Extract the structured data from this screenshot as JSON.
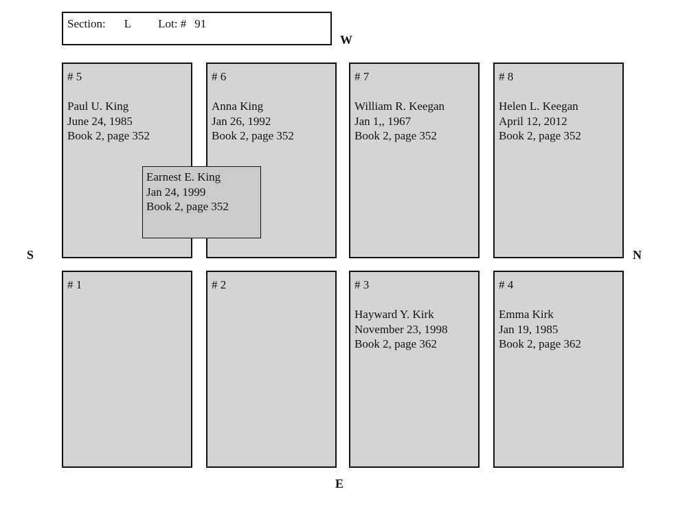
{
  "header": {
    "section_label": "Section:",
    "section_value": "L",
    "lot_label": "Lot: #",
    "lot_value": "91"
  },
  "compass": {
    "west": "W",
    "south": "S",
    "north": "N",
    "east": "E"
  },
  "plots": [
    {
      "number": "# 5",
      "name": "Paul U. King",
      "date": "June 24, 1985",
      "record": "Book 2, page 352"
    },
    {
      "number": "# 6",
      "name": "Anna King",
      "date": "Jan 26, 1992",
      "record": "Book 2, page 352"
    },
    {
      "number": "# 7",
      "name": "William R. Keegan",
      "date": "Jan 1,, 1967",
      "record": "Book 2, page 352"
    },
    {
      "number": "# 8",
      "name": "Helen L. Keegan",
      "date": "April 12, 2012",
      "record": "Book 2, page 352"
    },
    {
      "number": "# 1",
      "name": "",
      "date": "",
      "record": ""
    },
    {
      "number": "# 2",
      "name": "",
      "date": "",
      "record": ""
    },
    {
      "number": "# 3",
      "name": "Hayward Y. Kirk",
      "date": "November 23, 1998",
      "record": "Book 2, page 362"
    },
    {
      "number": "# 4",
      "name": "Emma Kirk",
      "date": "Jan 19, 1985",
      "record": "Book 2, page 362"
    }
  ],
  "overlay": {
    "name": "Earnest E. King",
    "date": "Jan 24, 1999",
    "record": "Book 2, page 352"
  },
  "colors": {
    "plot_fill": "#d4d4d4",
    "overlay_fill": "#cbcbcb",
    "border": "#111111",
    "background": "#ffffff"
  }
}
